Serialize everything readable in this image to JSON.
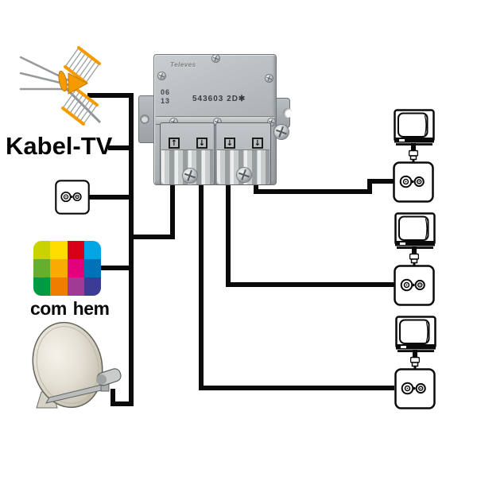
{
  "labels": {
    "cable_tv": "Kabel-TV",
    "comhem_wordmark": "com hem"
  },
  "splitter": {
    "brand_engraving": "Televes",
    "date_code": [
      "06",
      "13"
    ],
    "model_marking": "543603 2D✱",
    "ports": [
      {
        "name": "input",
        "arrow": "↑"
      },
      {
        "name": "output-1",
        "arrow": "↓"
      },
      {
        "name": "output-2",
        "arrow": "↓"
      },
      {
        "name": "output-3",
        "arrow": "↓"
      }
    ]
  },
  "comhem_logo": {
    "tile_colors": [
      [
        "#c9d300",
        "#ffdd00",
        "#d80019",
        "#00a5e4"
      ],
      [
        "#64b02c",
        "#f8ab00",
        "#e4007d",
        "#0072ba"
      ],
      [
        "#009a43",
        "#ee7d00",
        "#a03a94",
        "#3c3b96"
      ]
    ]
  },
  "icons": {
    "antenna": "terrestrial-antenna-icon",
    "satellite_dish": "satellite-dish-icon",
    "tv": "crt-tv-icon",
    "wall_outlet": "coax-wall-outlet-icon",
    "f_connector": "f-connector-icon"
  },
  "cable_color": "#0a0a0a"
}
